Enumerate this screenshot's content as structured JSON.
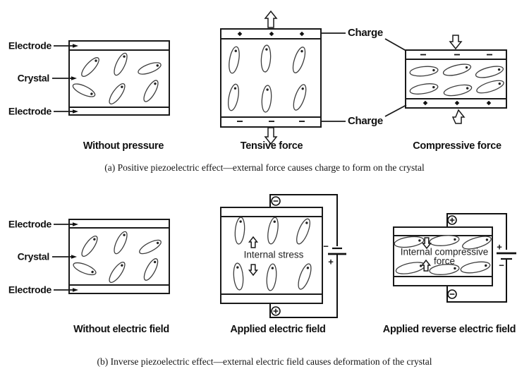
{
  "panel_a": {
    "caption": "(a) Positive piezoelectric effect—external force causes charge to form on the crystal",
    "charge_top_label": "Charge",
    "charge_bottom_label": "Charge",
    "diagrams": {
      "without_pressure": {
        "title": "Without pressure",
        "electrode_top_label": "Electrode",
        "crystal_label": "Crystal",
        "electrode_bottom_label": "Electrode"
      },
      "tensive": {
        "title": "Tensive force"
      },
      "compressive": {
        "title": "Compressive force"
      }
    }
  },
  "panel_b": {
    "caption": "(b) Inverse piezoelectric effect—external electric field causes deformation of the crystal",
    "diagrams": {
      "without_field": {
        "title": "Without electric field",
        "electrode_top_label": "Electrode",
        "crystal_label": "Crystal",
        "electrode_bottom_label": "Electrode"
      },
      "applied_field": {
        "title": "Applied electric field",
        "stress_label": "Internal stress",
        "battery_minus": "−",
        "battery_plus": "+"
      },
      "reverse_field": {
        "title": "Applied reverse electric field",
        "stress_label_line1": "Internal compressive",
        "stress_label_line2": "force",
        "battery_plus": "+",
        "battery_minus": "−"
      }
    }
  },
  "colors": {
    "ink": "#1a1a1a",
    "background": "#ffffff"
  }
}
